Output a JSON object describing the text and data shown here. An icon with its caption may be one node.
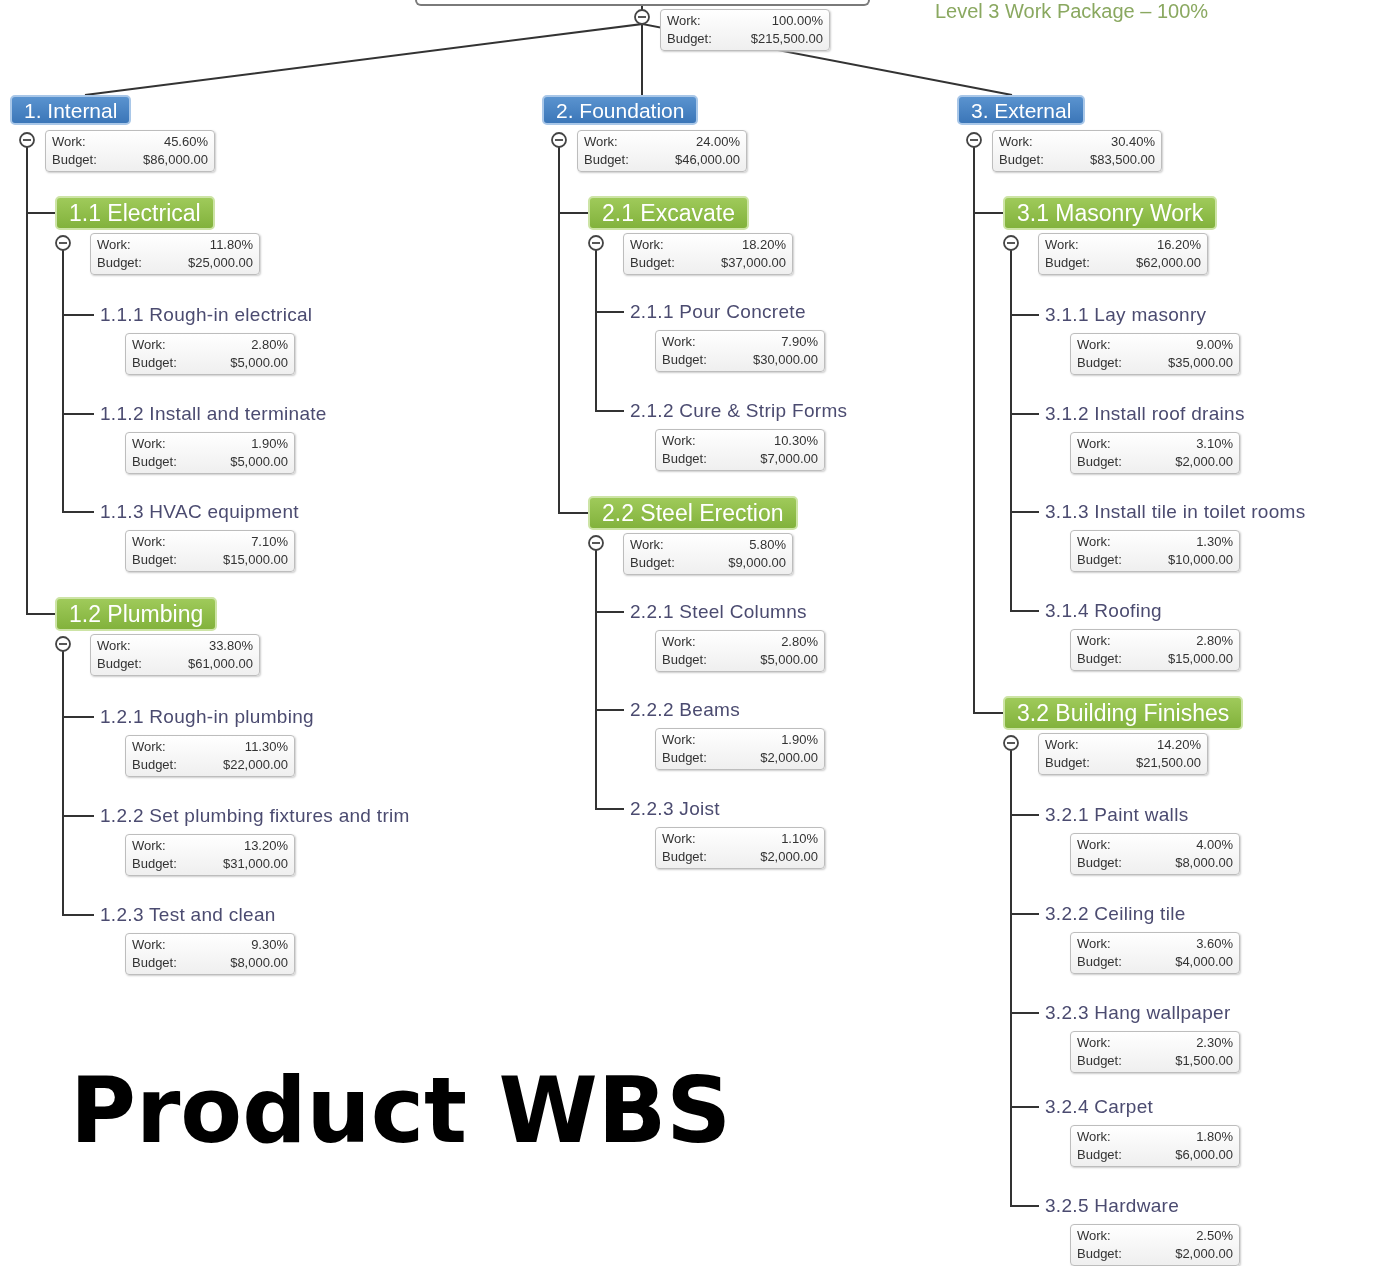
{
  "diagram": {
    "title": "Product WBS",
    "nodes": [
      {
        "text": [],
        "shape": "box",
        "beside": [
          "Work: 100.00%",
          "Budget: $215,500.00"
        ]
      },
      {
        "text": [
          "1. Internal"
        ],
        "beside": [
          "Work: 45.60%",
          "Budget: $86,000.00"
        ]
      },
      {
        "text": [
          "1.1 Electrical"
        ],
        "beside": [
          "Work: 11.80%",
          "Budget: $25,000.00"
        ]
      },
      {
        "text": [
          "1.1.1 Rough-in electrical"
        ],
        "beside": [
          "Work: 2.80%",
          "Budget: $5,000.00"
        ]
      },
      {
        "text": [
          "1.1.2 Install and terminate"
        ],
        "beside": [
          "Work: 1.90%",
          "Budget: $5,000.00"
        ]
      },
      {
        "text": [
          "1.1.3 HVAC equipment"
        ],
        "beside": [
          "Work: 7.10%",
          "Budget: $15,000.00"
        ]
      },
      {
        "text": [
          "1.2 Plumbing"
        ],
        "beside": [
          "Work: 33.80%",
          "Budget: $61,000.00"
        ]
      },
      {
        "text": [
          "1.2.1 Rough-in plumbing"
        ],
        "beside": [
          "Work: 11.30%",
          "Budget: $22,000.00"
        ]
      },
      {
        "text": [
          "1.2.2 Set plumbing fixtures and trim"
        ],
        "beside": [
          "Work: 13.20%",
          "Budget: $31,000.00"
        ]
      },
      {
        "text": [
          "1.2.3 Test and clean"
        ],
        "beside": [
          "Work: 9.30%",
          "Budget: $8,000.00"
        ]
      },
      {
        "text": [
          "2. Foundation"
        ],
        "beside": [
          "Work: 24.00%",
          "Budget: $46,000.00"
        ]
      },
      {
        "text": [
          "2.1 Excavate"
        ],
        "beside": [
          "Work: 18.20%",
          "Budget: $37,000.00"
        ]
      },
      {
        "text": [
          "2.1.1 Pour Concrete"
        ],
        "beside": [
          "Work: 7.90%",
          "Budget: $30,000.00"
        ]
      },
      {
        "text": [
          "2.1.2 Cure & Strip Forms"
        ],
        "beside": [
          "Work: 10.30%",
          "Budget: $7,000.00"
        ]
      },
      {
        "text": [
          "2.2 Steel Erection"
        ],
        "beside": [
          "Work: 5.80%",
          "Budget: $9,000.00"
        ]
      },
      {
        "text": [
          "2.2.1 Steel Columns"
        ],
        "beside": [
          "Work: 2.80%",
          "Budget: $5,000.00"
        ]
      },
      {
        "text": [
          "2.2.2 Beams"
        ],
        "beside": [
          "Work: 1.90%",
          "Budget: $2,000.00"
        ]
      },
      {
        "text": [
          "2.2.3 Joist"
        ],
        "beside": [
          "Work: 1.10%",
          "Budget: $2,000.00"
        ]
      },
      {
        "text": [
          "3. External"
        ],
        "beside": [
          "Work: 30.40%",
          "Budget: $83,500.00"
        ]
      },
      {
        "text": [
          "3.1 Masonry Work"
        ],
        "beside": [
          "Work: 16.20%",
          "Budget: $62,000.00"
        ]
      },
      {
        "text": [
          "3.1.1 Lay masonry"
        ],
        "beside": [
          "Work: 9.00%",
          "Budget: $35,000.00"
        ]
      },
      {
        "text": [
          "3.1.2 Install roof drains"
        ],
        "beside": [
          "Work: 3.10%",
          "Budget: $2,000.00"
        ]
      },
      {
        "text": [
          "3.1.3 Install tile in toilet rooms"
        ],
        "beside": [
          "Work: 1.30%",
          "Budget: $10,000.00"
        ]
      },
      {
        "text": [
          "3.1.4 Roofing"
        ],
        "beside": [
          "Work: 2.80%",
          "Budget: $15,000.00"
        ]
      },
      {
        "text": [
          "3.2 Building Finishes"
        ],
        "beside": [
          "Work: 14.20%",
          "Budget: $21,500.00"
        ]
      },
      {
        "text": [
          "3.2.1 Paint walls"
        ],
        "beside": [
          "Work: 4.00%",
          "Budget: $8,000.00"
        ]
      },
      {
        "text": [
          "3.2.2 Ceiling tile"
        ],
        "beside": [
          "Work: 3.60%",
          "Budget: $4,000.00"
        ]
      },
      {
        "text": [
          "3.2.3 Hang wallpaper"
        ],
        "beside": [
          "Work: 2.30%",
          "Budget: $1,500.00"
        ]
      },
      {
        "text": [
          "3.2.4 Carpet"
        ],
        "beside": [
          "Work: 1.80%",
          "Budget: $6,000.00"
        ]
      },
      {
        "text": [
          "3.2.5 Hardware"
        ],
        "beside": [
          "Work: 2.50%",
          "Budget: $2,000.00"
        ]
      }
    ],
    "edges": [
      {
        "from": 0,
        "to": 1,
        "arrow": "none"
      },
      {
        "from": 0,
        "to": 10,
        "arrow": "none"
      },
      {
        "from": 0,
        "to": 18,
        "arrow": "none"
      },
      {
        "from": 1,
        "to": 2,
        "arrow": "none"
      },
      {
        "from": 1,
        "to": 6,
        "arrow": "none"
      },
      {
        "from": 2,
        "to": 3,
        "arrow": "none"
      },
      {
        "from": 2,
        "to": 4,
        "arrow": "none"
      },
      {
        "from": 2,
        "to": 5,
        "arrow": "none"
      },
      {
        "from": 6,
        "to": 7,
        "arrow": "none"
      },
      {
        "from": 6,
        "to": 8,
        "arrow": "none"
      },
      {
        "from": 6,
        "to": 9,
        "arrow": "none"
      },
      {
        "from": 10,
        "to": 11,
        "arrow": "none"
      },
      {
        "from": 10,
        "to": 14,
        "arrow": "none"
      },
      {
        "from": 11,
        "to": 12,
        "arrow": "none"
      },
      {
        "from": 11,
        "to": 13,
        "arrow": "none"
      },
      {
        "from": 14,
        "to": 15,
        "arrow": "none"
      },
      {
        "from": 14,
        "to": 16,
        "arrow": "none"
      },
      {
        "from": 14,
        "to": 17,
        "arrow": "none"
      },
      {
        "from": 18,
        "to": 19,
        "arrow": "none"
      },
      {
        "from": 18,
        "to": 24,
        "arrow": "none"
      },
      {
        "from": 19,
        "to": 20,
        "arrow": "none"
      },
      {
        "from": 19,
        "to": 21,
        "arrow": "none"
      },
      {
        "from": 19,
        "to": 22,
        "arrow": "none"
      },
      {
        "from": 19,
        "to": 23,
        "arrow": "none"
      },
      {
        "from": 24,
        "to": 25,
        "arrow": "none"
      },
      {
        "from": 24,
        "to": 26,
        "arrow": "none"
      },
      {
        "from": 24,
        "to": 27,
        "arrow": "none"
      },
      {
        "from": 24,
        "to": 28,
        "arrow": "none"
      },
      {
        "from": 24,
        "to": 29,
        "arrow": "none"
      }
    ],
    "labels": [
      "Level 3 Work Package – 100%"
    ]
  }
}
